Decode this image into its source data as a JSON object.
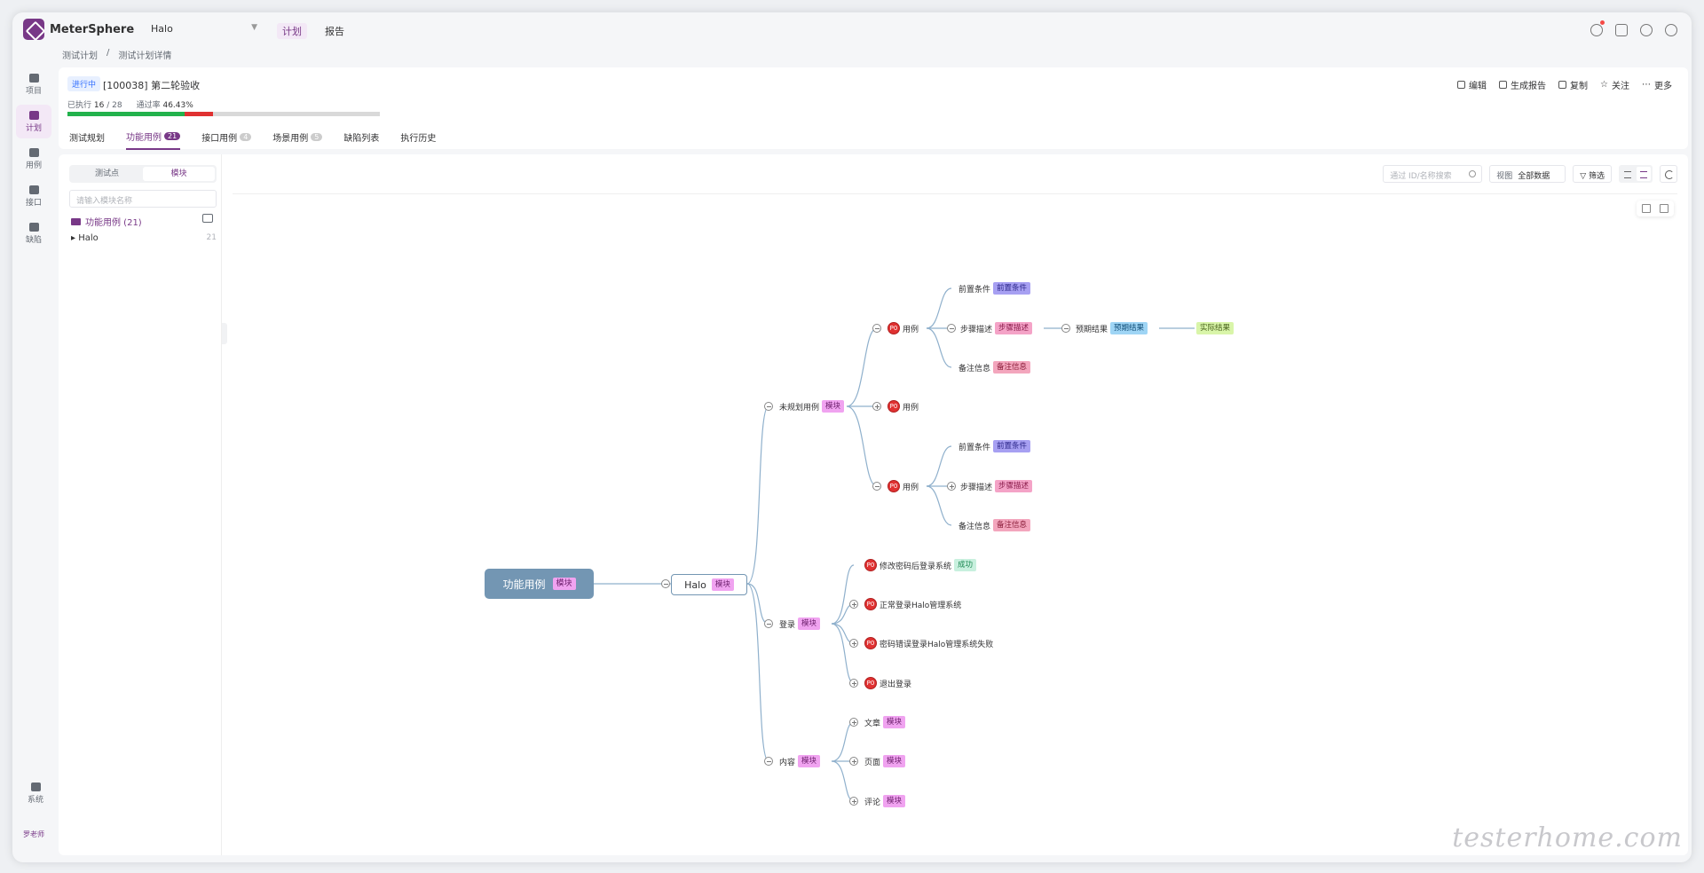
{
  "app": {
    "name": "MeterSphere",
    "project": "Halo"
  },
  "topmenu": {
    "plan": "计划",
    "report": "报告"
  },
  "breadcrumb": {
    "first": "测试计划",
    "sep": "/",
    "second": "测试计划详情"
  },
  "sidebar": {
    "items": [
      {
        "label": "项目"
      },
      {
        "label": "计划"
      },
      {
        "label": "用例"
      },
      {
        "label": "接口"
      },
      {
        "label": "缺陷"
      }
    ],
    "system": "系统",
    "user": "罗老师"
  },
  "plan": {
    "status": "进行中",
    "title": "[100038] 第二轮验收",
    "executed_label": "已执行",
    "executed": "16",
    "total": "/ 28",
    "pass_label": "通过率",
    "pass_rate": "46.43%",
    "progress_pass": 0.375,
    "progress_fail": 0.09
  },
  "actions": {
    "edit": "编辑",
    "report": "生成报告",
    "copy": "复制",
    "follow": "关注",
    "more": "更多"
  },
  "tabs": [
    {
      "label": "测试规划",
      "count": ""
    },
    {
      "label": "功能用例",
      "count": "21"
    },
    {
      "label": "接口用例",
      "count": "4"
    },
    {
      "label": "场景用例",
      "count": "5"
    },
    {
      "label": "缺陷列表",
      "count": ""
    },
    {
      "label": "执行历史",
      "count": ""
    }
  ],
  "left": {
    "seg_point": "测试点",
    "seg_module": "模块",
    "search_placeholder": "请输入模块名称",
    "root_label": "功能用例 (21)",
    "child_label": "Halo",
    "child_count": "21"
  },
  "toolbar": {
    "search_placeholder": "通过 ID/名称搜索",
    "view_label": "视图",
    "view_value": "全部数据",
    "filter": "筛选"
  },
  "mindmap": {
    "root": "功能用例",
    "module_tag": "模块",
    "halo": "Halo",
    "unplanned": "未规划用例",
    "case": "用例",
    "pre": "前置条件",
    "steps": "步骤描述",
    "expected": "预期结果",
    "actual": "实际结果",
    "remark": "备注信息",
    "p0": "P0",
    "login": "登录",
    "login_cases": [
      "修改密码后登录系统",
      "正常登录Halo管理系统",
      "密码错误登录Halo管理系统失败",
      "退出登录"
    ],
    "success": "成功",
    "content": "内容",
    "content_children": [
      "文章",
      "页面",
      "评论"
    ]
  },
  "watermark": "testerhome.com"
}
